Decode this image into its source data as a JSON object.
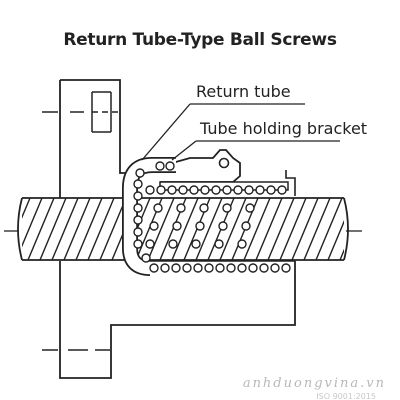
{
  "title": "Return Tube-Type Ball Screws",
  "labels": {
    "return_tube": "Return tube",
    "tube_holding_bracket": "Tube holding bracket"
  },
  "watermark": {
    "text": "anhduongvina.vn",
    "subtext": "ISO 9001:2015"
  },
  "colors": {
    "stroke": "#222222",
    "background": "#ffffff"
  }
}
